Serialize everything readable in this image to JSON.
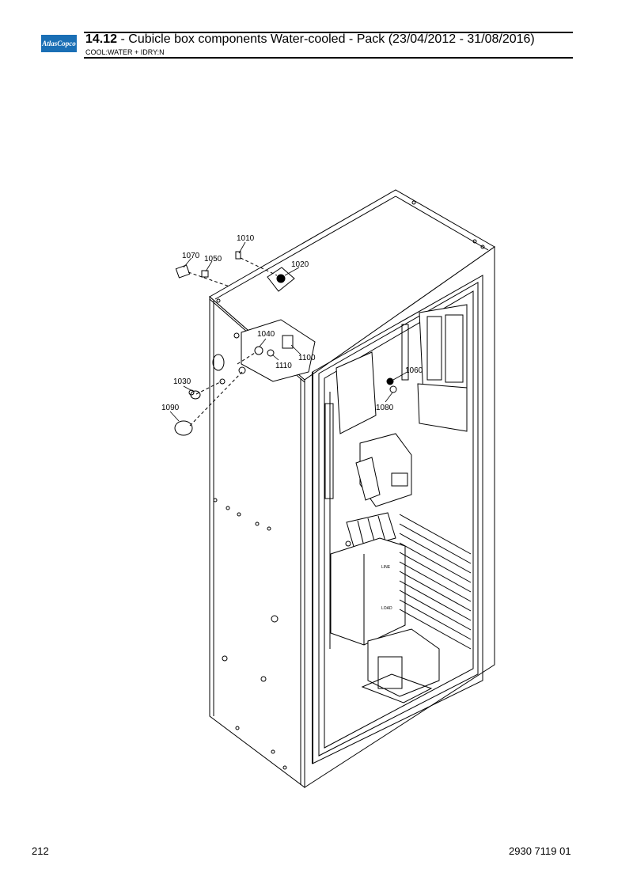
{
  "header": {
    "logo_text": "AtlasCopco",
    "section_number": "14.12",
    "title": " - Cubicle box components Water-cooled - Pack (23/04/2012 - 31/08/2016)",
    "subtitle": "COOL:WATER + IDRY:N"
  },
  "footer": {
    "page_number": "212",
    "document_number": "2930 7119 01"
  },
  "callouts": {
    "c1010": "1010",
    "c1020": "1020",
    "c1030": "1030",
    "c1040": "1040",
    "c1050": "1050",
    "c1060": "1060",
    "c1070": "1070",
    "c1080": "1080",
    "c1090": "1090",
    "c1100": "1100",
    "c1110": "1110"
  },
  "device_labels": {
    "line": "LINE",
    "load": "LOAD"
  },
  "colors": {
    "brand_blue": "#1a6fb5",
    "line": "#000000"
  }
}
